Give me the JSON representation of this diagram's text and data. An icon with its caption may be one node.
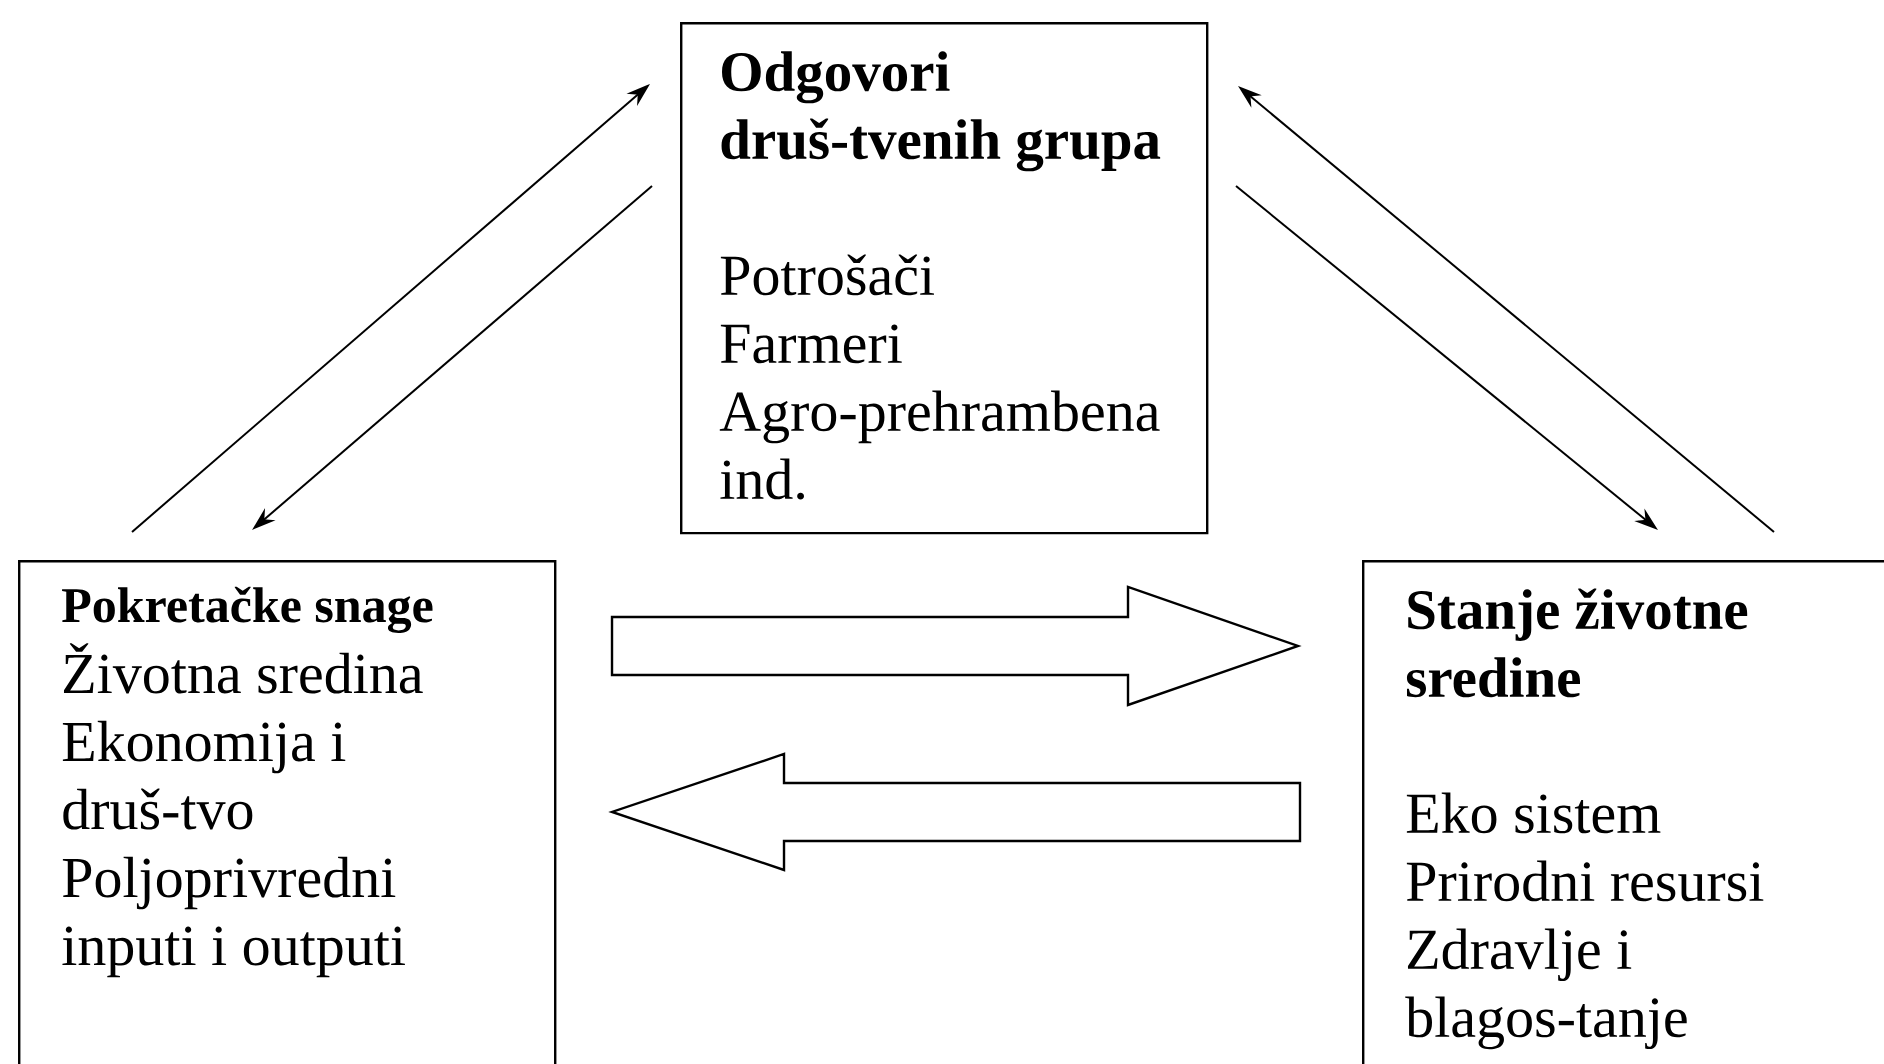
{
  "diagram": {
    "nodes": [
      {
        "text": [
          "Odgovori druš-tvenih grupa",
          "Potrošači",
          "Farmeri",
          "Agro-prehrambena ind."
        ]
      },
      {
        "text": [
          "Pokretačke snage",
          "Životna sredina",
          "Ekonomija i druš-tvo",
          "Poljoprivredni inputi i outputi"
        ]
      },
      {
        "text": [
          "Stanje životne sredine",
          "Eko sistem",
          "Prirodni resursi",
          "Zdravlje i blagos-tanje"
        ]
      }
    ],
    "edges": [
      {
        "from": 1,
        "to": 0,
        "arrow": "to"
      },
      {
        "from": 0,
        "to": 1,
        "arrow": "to"
      },
      {
        "from": 2,
        "to": 0,
        "arrow": "to"
      },
      {
        "from": 0,
        "to": 2,
        "arrow": "to"
      },
      {
        "from": 1,
        "to": 2,
        "arrow": "to",
        "style": "thick"
      },
      {
        "from": 2,
        "to": 1,
        "arrow": "to",
        "style": "thick"
      }
    ]
  }
}
